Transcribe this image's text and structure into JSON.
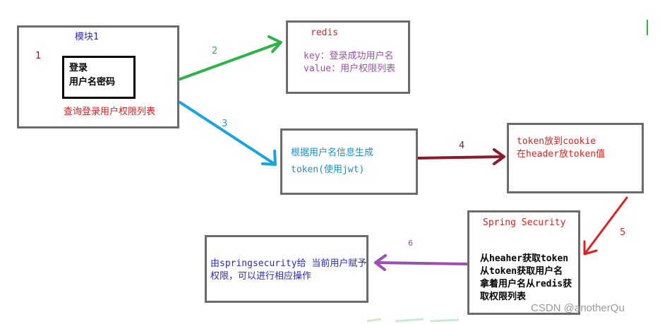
{
  "colors": {
    "box_border": "#6b6b6b",
    "dark_red": "#8b1a2b",
    "red": "#e02020",
    "green": "#2db34a",
    "blue": "#1aa3e0",
    "purple": "#9b4fb0",
    "navy": "#2b2bb5"
  },
  "module1": {
    "title": "模块1",
    "login_line1": "登录",
    "login_line2": "用户名密码",
    "query": "查询登录用户权限列表"
  },
  "redis": {
    "title": "redis",
    "key_line": "key：登录成功用户名",
    "value_line": "value：用户权限列表"
  },
  "token_gen": {
    "line1": "根据用户名信息生成",
    "line2": "token(使用jwt)"
  },
  "cookie": {
    "line1": "token放到cookie",
    "line2": "在header放token值"
  },
  "spring": {
    "title": "Spring Security",
    "lines": [
      "从heaher获取token",
      "从token获取用户名",
      "拿着用户名从redis获",
      "取权限列表"
    ]
  },
  "grant": {
    "line1": "由springsecurity给 当前用户赋予",
    "line2": "权限，可以进行相应操作"
  },
  "arrow_labels": [
    "1",
    "2",
    "3",
    "4",
    "5",
    "6"
  ],
  "watermark": "CSDN @anotherQu"
}
